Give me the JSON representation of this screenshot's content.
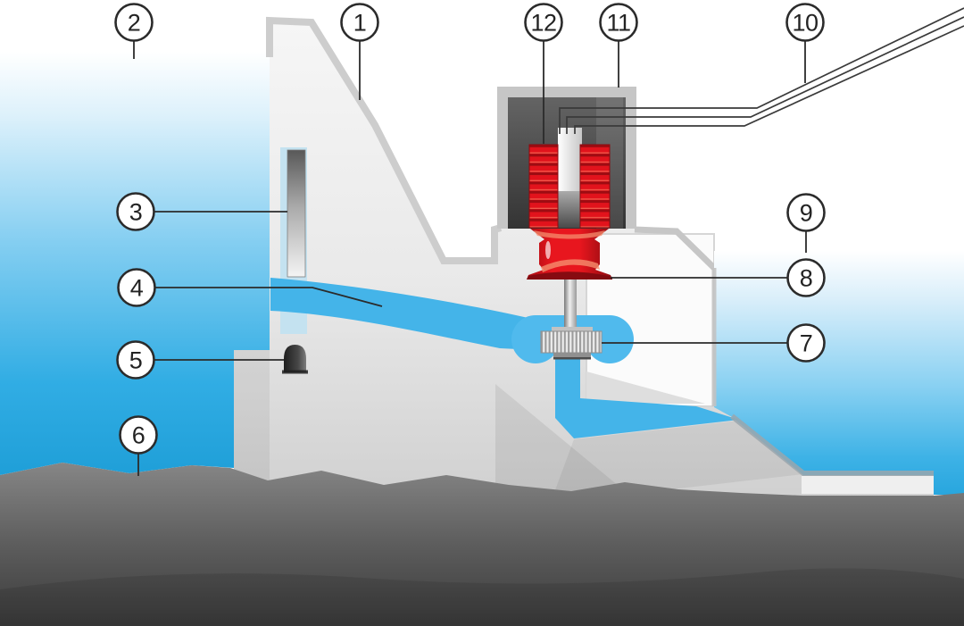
{
  "callouts": {
    "c1": {
      "number": "1"
    },
    "c2": {
      "number": "2"
    },
    "c3": {
      "number": "3"
    },
    "c4": {
      "number": "4"
    },
    "c5": {
      "number": "5"
    },
    "c6": {
      "number": "6"
    },
    "c7": {
      "number": "7"
    },
    "c8": {
      "number": "8"
    },
    "c9": {
      "number": "9"
    },
    "c10": {
      "number": "10"
    },
    "c11": {
      "number": "11"
    },
    "c12": {
      "number": "12"
    }
  },
  "colors": {
    "water_deep": "#29abe2",
    "water_surface": "#ffffff",
    "water_channel": "#44b4e9",
    "gate_slot_water": "#c4e2f0",
    "concrete_light": "#f4f4f4",
    "concrete_border": "#cdcdcd",
    "housing_dark": "#3f3f3f",
    "machine_red": "#e2131c",
    "machine_red_dark": "#9e0c12",
    "metal_gray": "#d9d9d9",
    "ground_dark": "#3c3c3c",
    "ground_light": "#858585",
    "line_color": "#2b2b2b"
  }
}
